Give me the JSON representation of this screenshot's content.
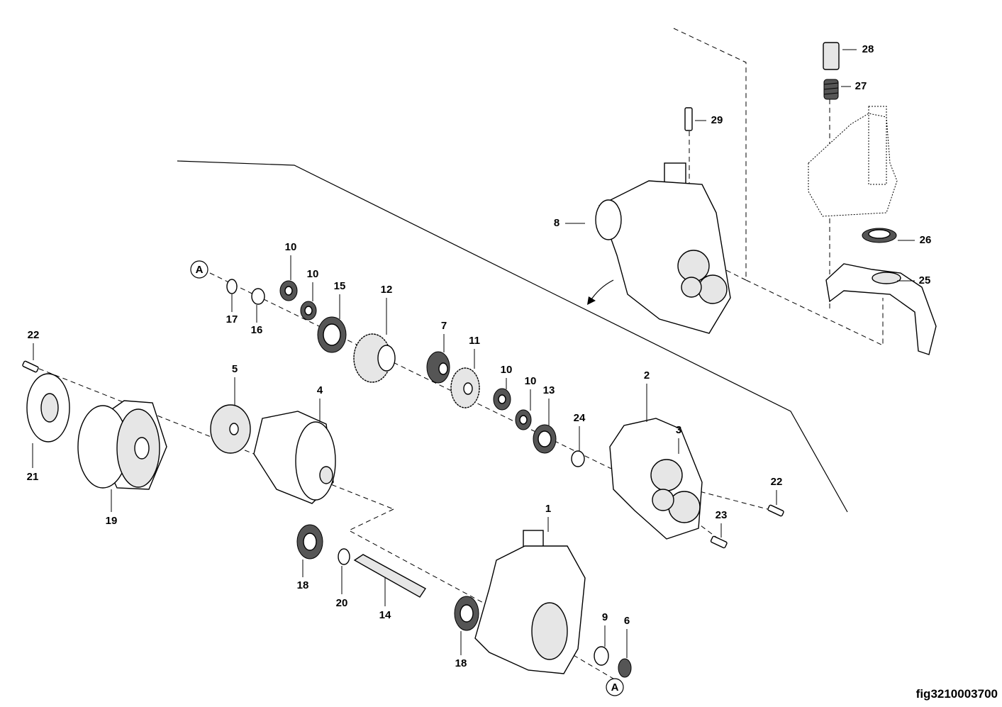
{
  "figure_id": "fig3210003700",
  "reference_marker": "A",
  "callouts": [
    "28",
    "27",
    "29",
    "8",
    "26",
    "25",
    "10",
    "10",
    "15",
    "12",
    "17",
    "16",
    "7",
    "11",
    "10",
    "10",
    "13",
    "24",
    "2",
    "3",
    "22",
    "5",
    "4",
    "21",
    "19",
    "22",
    "23",
    "1",
    "18",
    "20",
    "14",
    "18",
    "9",
    "6"
  ]
}
